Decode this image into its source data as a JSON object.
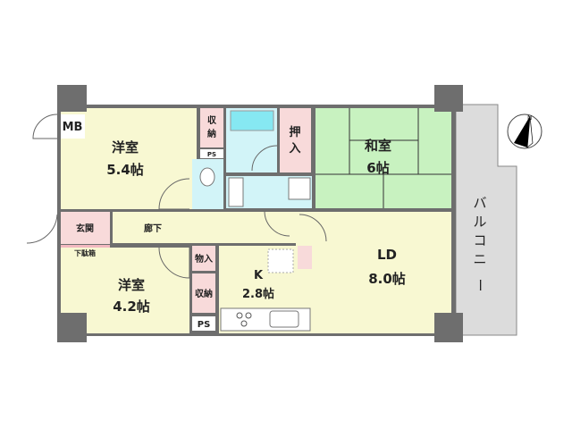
{
  "rooms": {
    "western_room_1": {
      "name": "洋室",
      "size": "5.4帖"
    },
    "western_room_2": {
      "name": "洋室",
      "size": "4.2帖"
    },
    "japanese_room": {
      "name": "和室",
      "size": "6帖"
    },
    "living_dining": {
      "name": "LD",
      "size": "8.0帖"
    },
    "kitchen": {
      "name": "K",
      "size": "2.8帖"
    },
    "entrance": {
      "name": "玄関"
    },
    "shoe_box": {
      "name": "下駄箱"
    },
    "hallway": {
      "name": "廊下"
    },
    "closet_upper": {
      "name_line1": "収",
      "name_line2": "納"
    },
    "closet_lower": {
      "name": "収納"
    },
    "storage": {
      "name": "物入"
    },
    "oshiire": {
      "name_line1": "押",
      "name_line2": "入"
    },
    "meter_box": {
      "name": "MB"
    },
    "pipe_space_upper": {
      "name": "PS"
    },
    "pipe_space_lower": {
      "name": "PS"
    },
    "balcony": {
      "chars": [
        "バ",
        "ル",
        "コ",
        "ニ",
        "ー"
      ]
    }
  },
  "compass": {
    "label": "N",
    "icon": "north-arrow-icon"
  },
  "colors": {
    "western": "#f8f8d2",
    "japanese": "#c8f2c0",
    "wet_area": "#d2f4f8",
    "bathtub": "#86e8f2",
    "storage": "#f8dada",
    "shoe_box": "#f2b8c0",
    "balcony": "#dcdcdc",
    "wall": "#6e6e6e"
  }
}
